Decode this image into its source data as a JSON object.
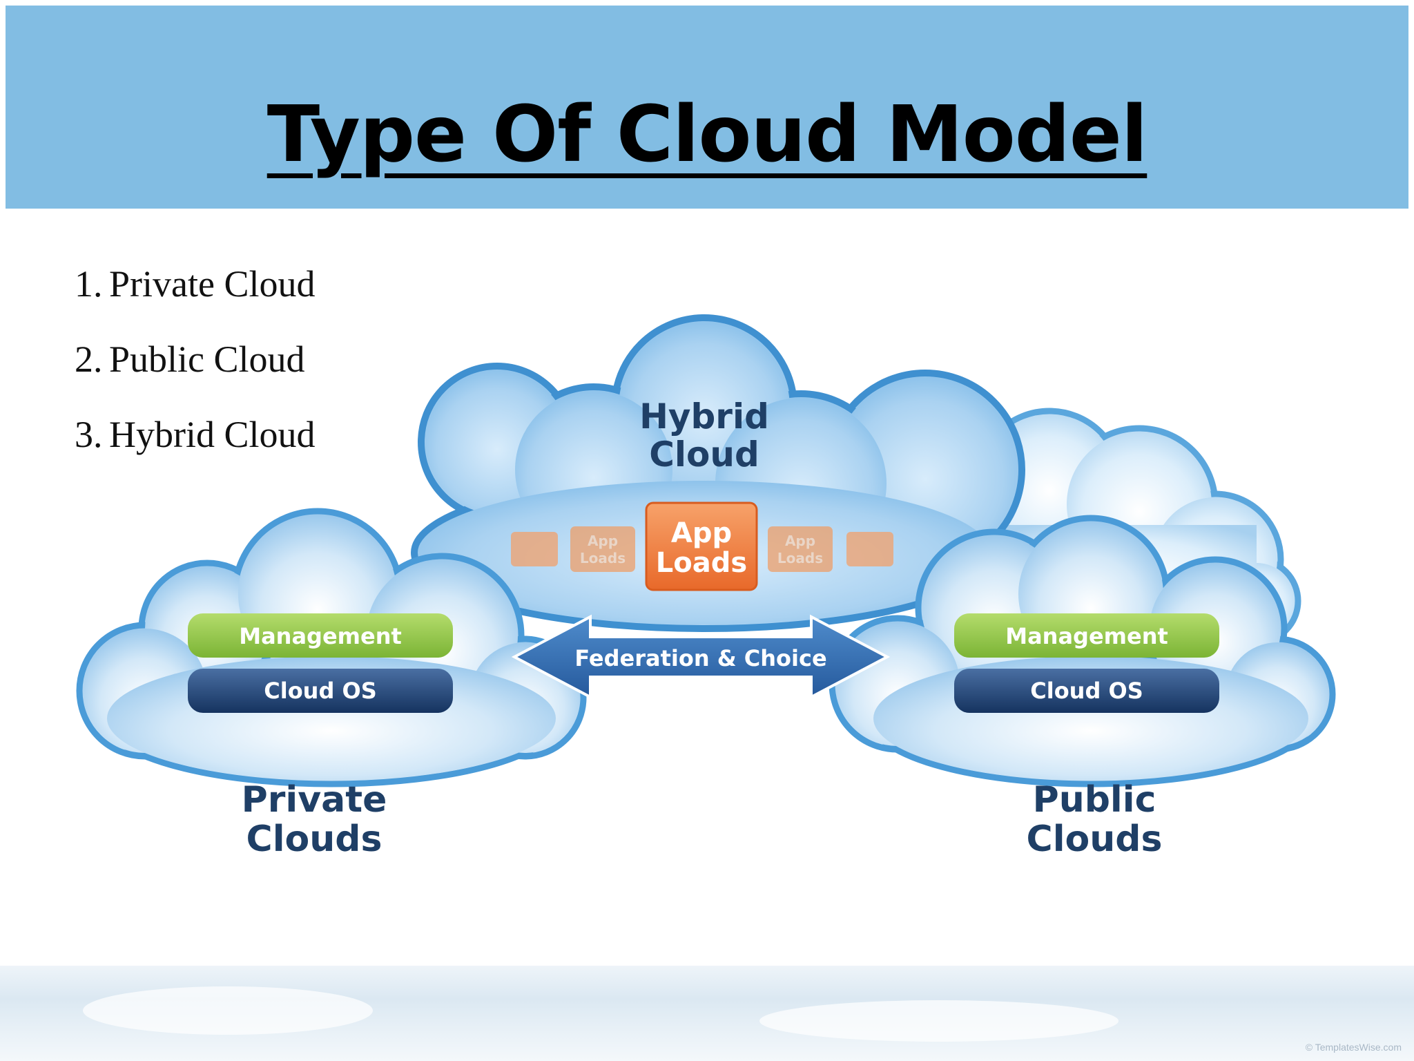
{
  "slide": {
    "title": "Type Of Cloud Model",
    "list": [
      {
        "num": "1.",
        "text": "Private Cloud"
      },
      {
        "num": "2.",
        "text": "Public Cloud"
      },
      {
        "num": "3.",
        "text": "Hybrid Cloud"
      }
    ]
  },
  "diagram": {
    "hybrid": {
      "line1": "Hybrid",
      "line2": "Cloud"
    },
    "app_main": {
      "line1": "App",
      "line2": "Loads"
    },
    "app_small": {
      "line1": "App",
      "line2": "Loads"
    },
    "federation": "Federation & Choice",
    "private": {
      "management": "Management",
      "os": "Cloud OS",
      "line1": "Private",
      "line2": "Clouds"
    },
    "public": {
      "management": "Management",
      "os": "Cloud OS",
      "line1": "Public",
      "line2": "Clouds"
    }
  },
  "footer": {
    "watermark": "© TemplatesWise.com"
  },
  "colors": {
    "header_band": "#82bde3",
    "cloud_fill": "#b9daf3",
    "cloud_outline": "#4a9bd8",
    "label_navy": "#1f3f66",
    "app_orange": "#ef7a31",
    "management_green": "#8cc442",
    "cloud_os_navy": "#1f4272",
    "arrow_blue": "#2f6fb6"
  }
}
